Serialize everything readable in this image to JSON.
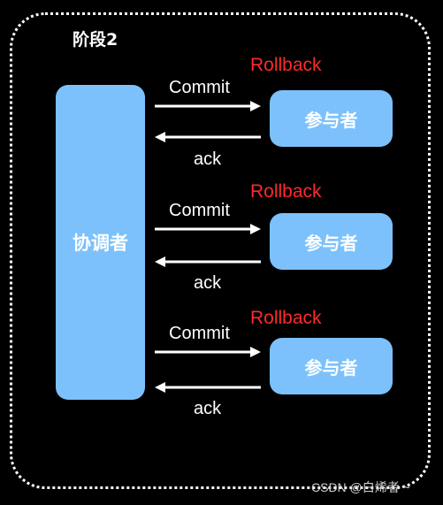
{
  "title": "阶段2",
  "coordinator": {
    "label": "协调者"
  },
  "rows": [
    {
      "participant": "参与者",
      "rollback": "Rollback",
      "commit": "Commit",
      "ack": "ack"
    },
    {
      "participant": "参与者",
      "rollback": "Rollback",
      "commit": "Commit",
      "ack": "ack"
    },
    {
      "participant": "参与者",
      "rollback": "Rollback",
      "commit": "Commit",
      "ack": "ack"
    }
  ],
  "watermark": "CSDN @白烯者 ~",
  "colors": {
    "background": "#000000",
    "box": "#7cc1fb",
    "rollback": "#ff2a2a",
    "text": "#ffffff"
  }
}
